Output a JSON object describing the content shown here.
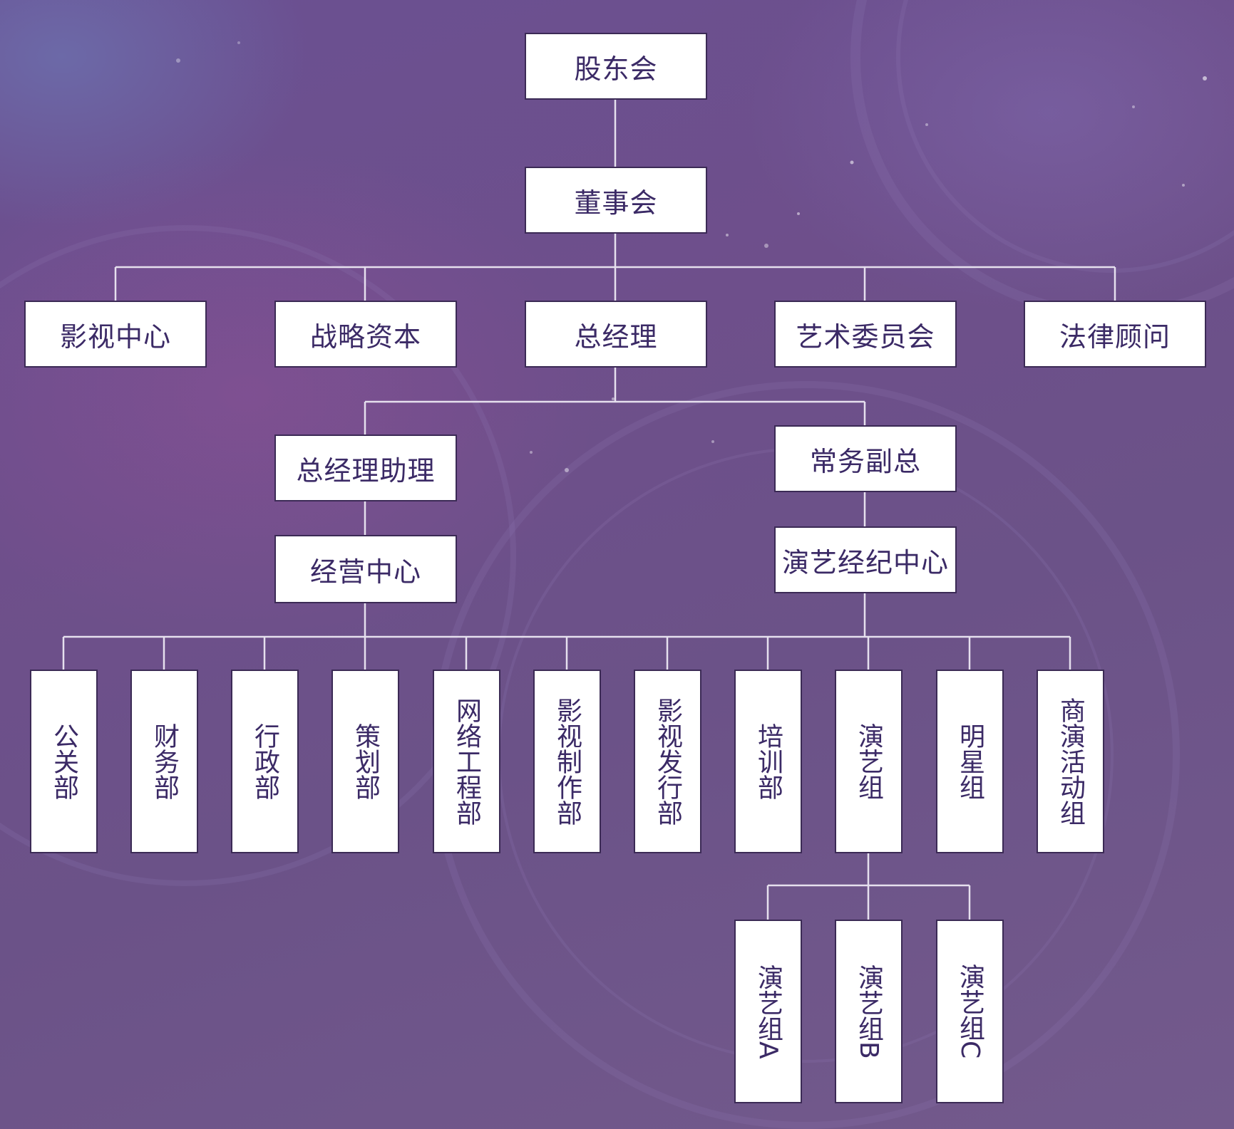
{
  "nodes": {
    "shareholders": "股东会",
    "board": "董事会",
    "film_center": "影视中心",
    "strategic_capital": "战略资本",
    "general_manager": "总经理",
    "art_committee": "艺术委员会",
    "legal_advisor": "法律顾问",
    "gm_assistant": "总经理助理",
    "executive_vp": "常务副总",
    "operations_center": "经营中心",
    "talent_agency_center": "演艺经纪中心",
    "departments": {
      "pr": "公关部",
      "finance": "财务部",
      "admin": "行政部",
      "planning": "策划部",
      "network_engineering": "网络工程部",
      "film_production": "影视制作部",
      "film_distribution": "影视发行部",
      "training": "培训部",
      "performing_group": "演艺组",
      "star_group": "明星组",
      "commercial_events": "商演活动组"
    },
    "subgroups": {
      "a": "演艺组A",
      "b": "演艺组B",
      "c": "演艺组C"
    }
  },
  "colors": {
    "box_fill": "#ffffff",
    "box_border": "#3b2a55",
    "text": "#3b2a66",
    "connector": "#e6e0ee"
  }
}
